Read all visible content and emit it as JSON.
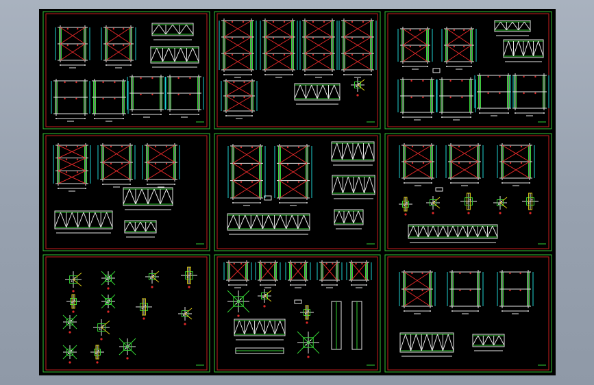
{
  "app": {
    "canvas_background": "#000000",
    "window_background": "#a3acb9"
  },
  "colors": {
    "sheet_outer": "#35c335",
    "sheet_inner": "#c81e1e",
    "lines_white": "#e6e6e6",
    "lines_green": "#34d434",
    "lines_red": "#e02828",
    "lines_cyan": "#1fd3d3",
    "lines_yellow": "#e0d018"
  },
  "sheets": [
    {
      "id": "sheet-1",
      "kind": "frames-a"
    },
    {
      "id": "sheet-2",
      "kind": "frames-b"
    },
    {
      "id": "sheet-3",
      "kind": "frames-a"
    },
    {
      "id": "sheet-4",
      "kind": "frames-trusses"
    },
    {
      "id": "sheet-5",
      "kind": "frames-trusses"
    },
    {
      "id": "sheet-6",
      "kind": "connections"
    },
    {
      "id": "sheet-7",
      "kind": "joint-details"
    },
    {
      "id": "sheet-8",
      "kind": "mixed-details"
    },
    {
      "id": "sheet-9",
      "kind": "frames-trusses"
    }
  ]
}
